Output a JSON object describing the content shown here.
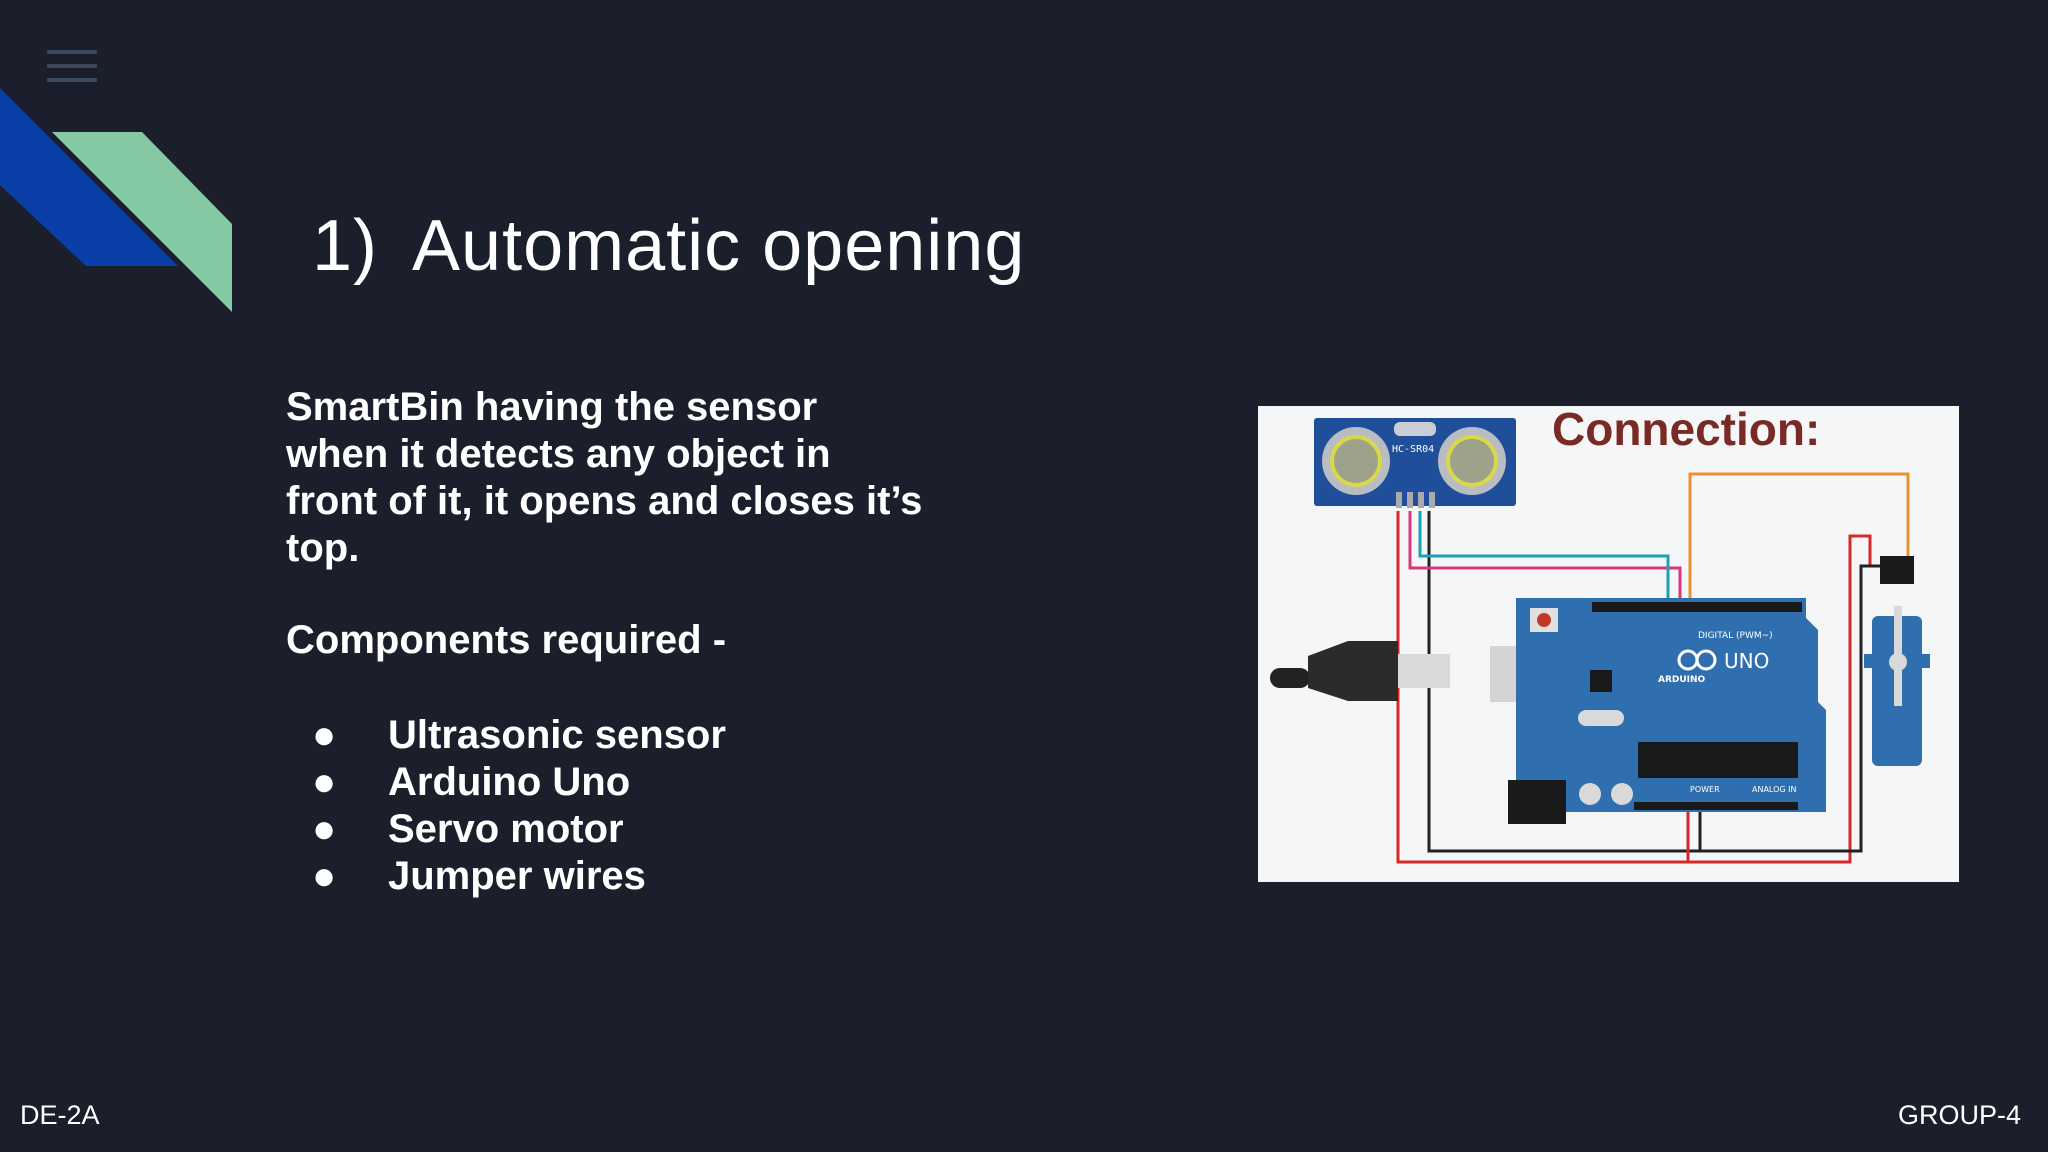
{
  "slide": {
    "title_number": "1)",
    "title": "Automatic opening",
    "description": "SmartBin having the sensor when it detects any object in front of it, it opens and closes it’s top.",
    "components_heading": "Components required -",
    "components": [
      "Ultrasonic sensor",
      "Arduino Uno",
      "Servo motor",
      "Jumper wires"
    ],
    "bullet": "●"
  },
  "diagram": {
    "title": "Connection:",
    "sensor_label": "HC-SR04",
    "board_brand": "ARDUINO",
    "board_model": "UNO",
    "digital_label": "DIGITAL (PWM~)",
    "power_label": "POWER",
    "analog_label": "ANALOG IN"
  },
  "footer": {
    "left": "DE-2A",
    "right": "GROUP-4"
  },
  "colors": {
    "background": "#1b1f2c",
    "deco_blue": "#0b3fa8",
    "deco_green": "#84c8a4",
    "board_blue": "#2f6fb0",
    "wire_red": "#d42a2a",
    "wire_orange": "#e8922b",
    "wire_cyan": "#1aa3b8",
    "wire_pink": "#d8367a"
  }
}
